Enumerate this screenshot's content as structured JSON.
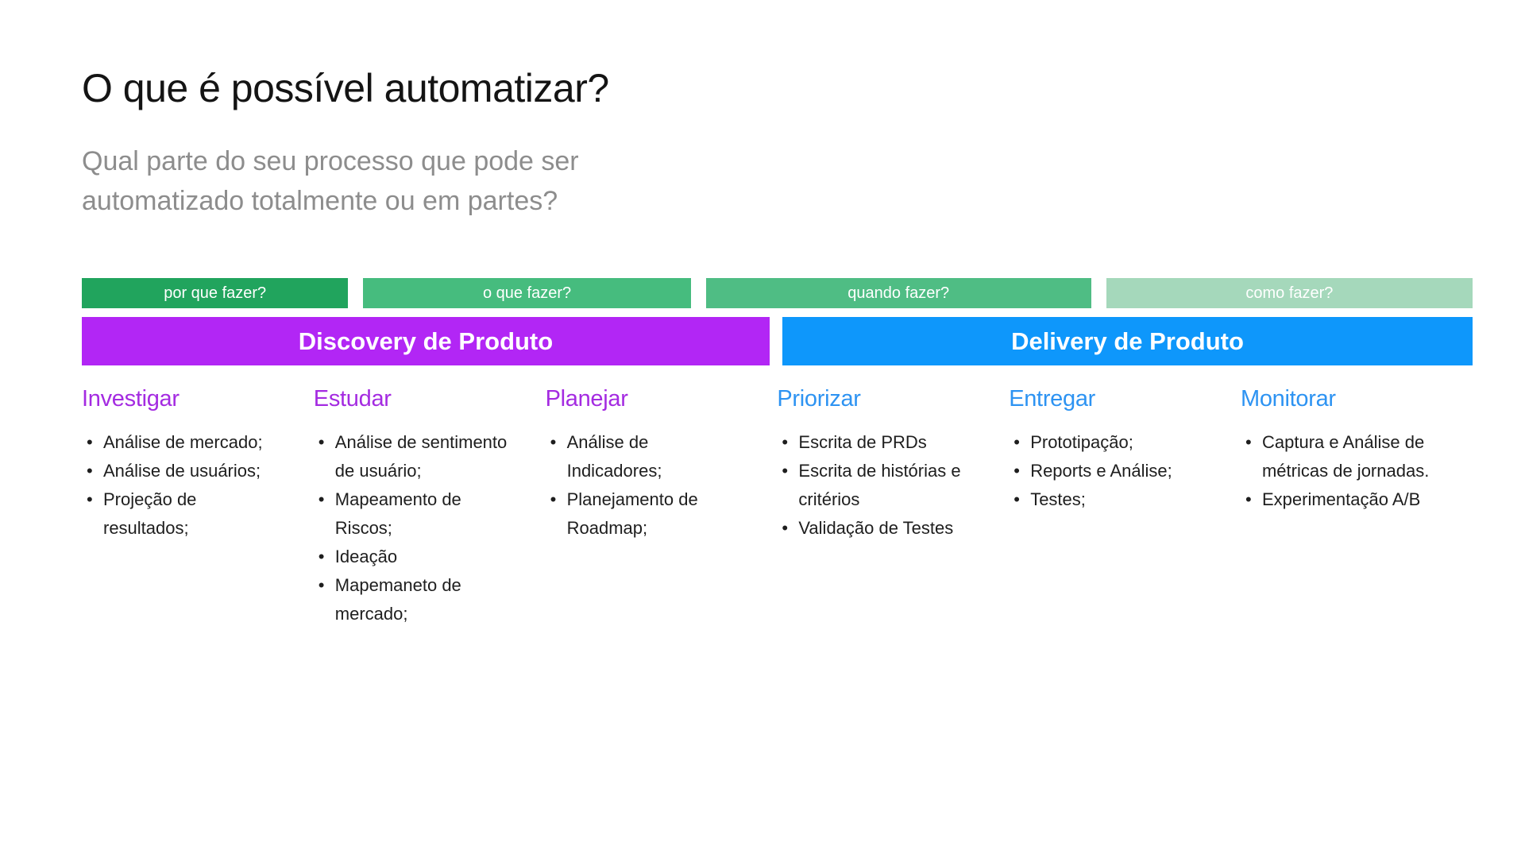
{
  "slide": {
    "title": "O que é possível automatizar?",
    "subtitle": "Qual parte do seu processo que pode ser automatizado totalmente ou em partes?"
  },
  "question_bars": [
    {
      "label": "por que fazer?",
      "color": "#21A45D"
    },
    {
      "label": "o que fazer?",
      "color": "#46BC7E"
    },
    {
      "label": "quando fazer?",
      "color": "#4FBD84"
    },
    {
      "label": "como fazer?",
      "color": "#A5D8BB"
    }
  ],
  "sections": [
    {
      "title": "Discovery de Produto",
      "color": "#B226F5"
    },
    {
      "title": "Delivery de Produto",
      "color": "#0E97FB"
    }
  ],
  "columns": [
    {
      "title": "Investigar",
      "title_color": "#A42BE1",
      "items": [
        "Análise de mercado;",
        "Análise de usuários;",
        "Projeção de resultados;"
      ]
    },
    {
      "title": "Estudar",
      "title_color": "#A42BE1",
      "items": [
        "Análise de sentimento de usuário;",
        "Mapeamento de Riscos;",
        "Ideação",
        "Mapemaneto de mercado;"
      ]
    },
    {
      "title": "Planejar",
      "title_color": "#A42BE1",
      "items": [
        "Análise de Indicadores;",
        "Planejamento de Roadmap;"
      ]
    },
    {
      "title": "Priorizar",
      "title_color": "#2D93F2",
      "items": [
        "Escrita de PRDs",
        "Escrita de histórias e critérios",
        "Validação de Testes"
      ]
    },
    {
      "title": "Entregar",
      "title_color": "#2D93F2",
      "items": [
        "Prototipação;",
        "Reports e Análise;",
        "Testes;"
      ]
    },
    {
      "title": "Monitorar",
      "title_color": "#2D93F2",
      "items": [
        "Captura e Análise de métricas de jornadas.",
        "Experimentação A/B"
      ]
    }
  ],
  "text_colors": {
    "title": "#141414",
    "subtitle": "#8d8d8d",
    "body": "#1e1e1e",
    "on_accent": "#ffffff"
  }
}
